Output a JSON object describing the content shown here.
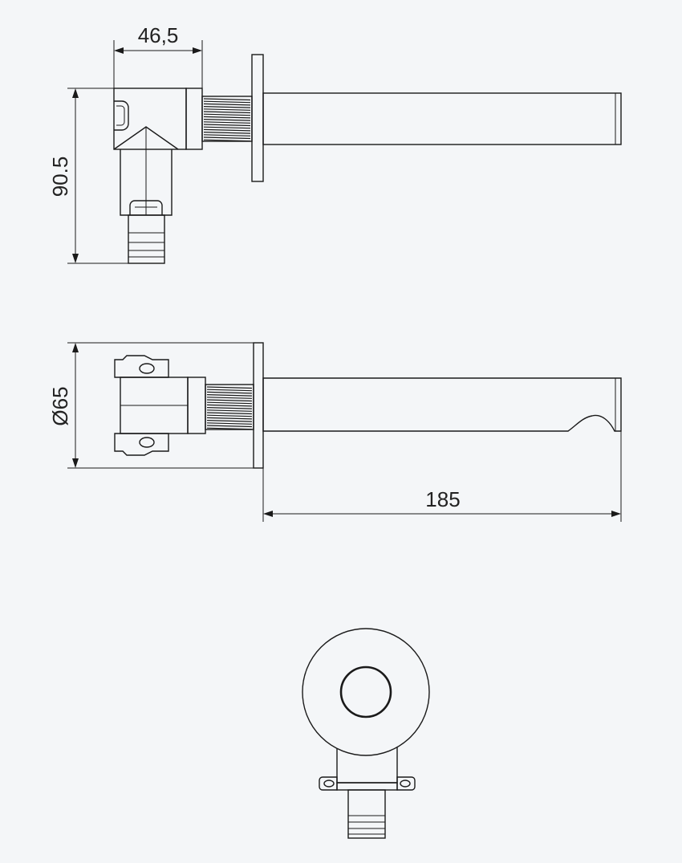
{
  "dimensions": {
    "top_width": "46,5",
    "top_height": "90.5",
    "front_diameter": "Ø65",
    "spout_length": "185"
  },
  "colors": {
    "background": "#f4f6f8",
    "line": "#1a1a1a"
  }
}
